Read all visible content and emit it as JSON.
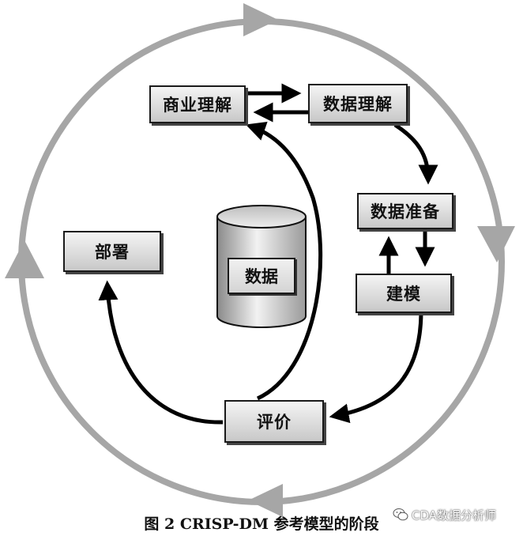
{
  "phases": {
    "business_understanding": "商业理解",
    "data_understanding": "数据理解",
    "data_preparation": "数据准备",
    "modeling": "建模",
    "evaluation": "评价",
    "deployment": "部署"
  },
  "center": {
    "label": "数据"
  },
  "caption": "图 2 CRISP-DM 参考模型的阶段",
  "watermark": {
    "text": "CDA数据分析师",
    "icon": "wechat-icon"
  },
  "colors": {
    "outer_ring": "#a6a6a6",
    "arrows": "#000000",
    "box_border": "#1a1a1a"
  }
}
